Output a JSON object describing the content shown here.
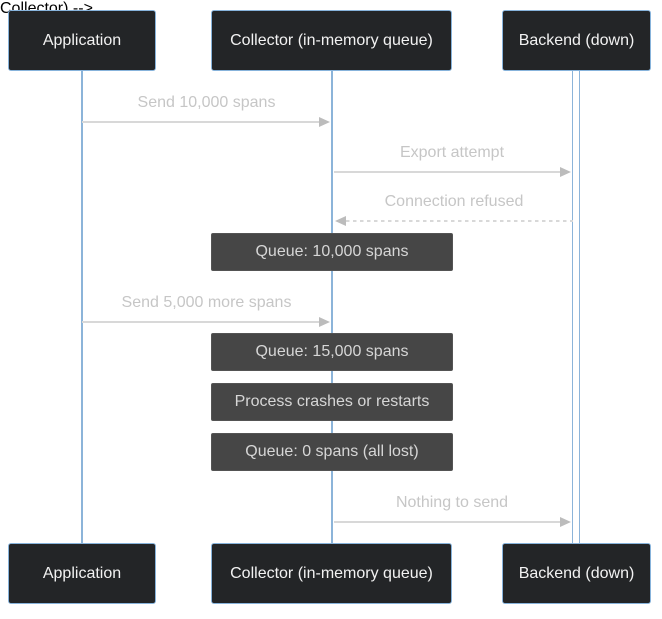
{
  "diagram": {
    "type": "sequence-diagram",
    "participants": [
      {
        "id": "application",
        "label": "Application"
      },
      {
        "id": "collector",
        "label": "Collector (in-memory queue)"
      },
      {
        "id": "backend",
        "label": "Backend (down)"
      }
    ],
    "events": [
      {
        "kind": "message",
        "from": "Application",
        "to": "Collector (in-memory queue)",
        "line": "solid",
        "direction": "right",
        "text": "Send 10,000 spans"
      },
      {
        "kind": "message",
        "from": "Collector (in-memory queue)",
        "to": "Backend (down)",
        "line": "solid",
        "direction": "right",
        "text": "Export attempt"
      },
      {
        "kind": "message",
        "from": "Backend (down)",
        "to": "Collector (in-memory queue)",
        "line": "dashed",
        "direction": "left",
        "text": "Connection refused"
      },
      {
        "kind": "note",
        "over": "Collector (in-memory queue)",
        "text": "Queue: 10,000 spans"
      },
      {
        "kind": "message",
        "from": "Application",
        "to": "Collector (in-memory queue)",
        "line": "solid",
        "direction": "right",
        "text": "Send 5,000 more spans"
      },
      {
        "kind": "note",
        "over": "Collector (in-memory queue)",
        "text": "Queue: 15,000 spans"
      },
      {
        "kind": "note",
        "over": "Collector (in-memory queue)",
        "text": "Process crashes or restarts"
      },
      {
        "kind": "note",
        "over": "Collector (in-memory queue)",
        "text": "Queue: 0 spans (all lost)"
      },
      {
        "kind": "message",
        "from": "Collector (in-memory queue)",
        "to": "Backend (down)",
        "line": "solid",
        "direction": "right",
        "text": "Nothing to send"
      }
    ],
    "colors": {
      "actor_fill": "#232527",
      "actor_border": "#87b3db",
      "actor_text": "#f2f2f2",
      "lifeline": "#8cb4d9",
      "message_text": "#c6c6c6",
      "message_line": "#d8d8d8",
      "arrowhead": "#bcbcbc",
      "note_fill": "#464646",
      "note_text": "#d6d6d6",
      "background": "#ffffff"
    }
  }
}
